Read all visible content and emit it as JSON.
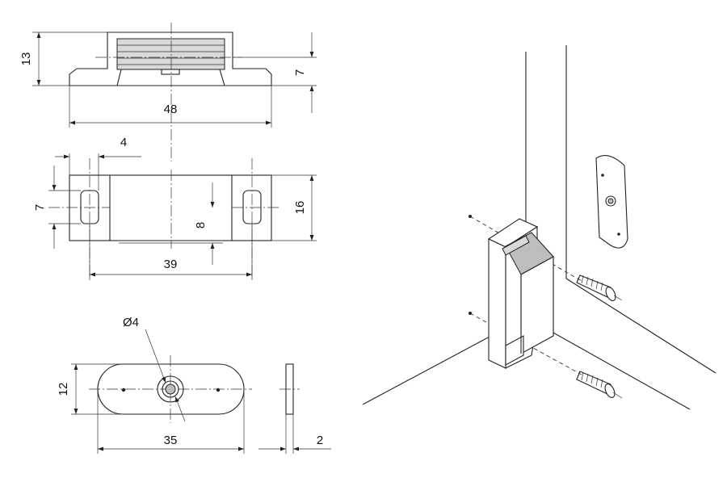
{
  "dimensions": {
    "height": "13",
    "step": "7",
    "length": "48",
    "offset": "4",
    "slot_height": "7",
    "width": "16",
    "inner_width": "8",
    "slot_spacing": "39",
    "hole_diameter": "Ø4",
    "plate_height": "12",
    "plate_length": "35",
    "plate_thickness": "2"
  }
}
